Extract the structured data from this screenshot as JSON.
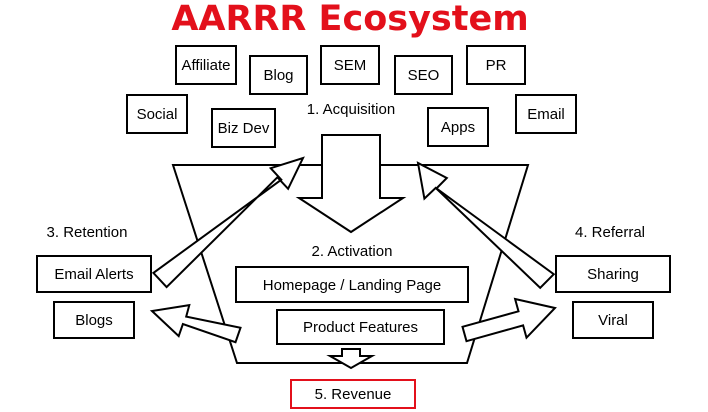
{
  "title": "AARRR Ecosystem",
  "colors": {
    "title": "#e3101b",
    "revenue_border": "#e3101b",
    "stroke": "#000000"
  },
  "stages": {
    "acquisition": "1. Acquisition",
    "activation": "2. Activation",
    "retention": "3. Retention",
    "referral": "4. Referral",
    "revenue": "5. Revenue"
  },
  "acquisition_channels": {
    "affiliate": "Affiliate",
    "blog": "Blog",
    "sem": "SEM",
    "seo": "SEO",
    "pr": "PR",
    "social": "Social",
    "biz_dev": "Biz Dev",
    "apps": "Apps",
    "email": "Email"
  },
  "activation_items": {
    "landing_page": "Homepage / Landing Page",
    "product_features": "Product Features"
  },
  "retention_items": {
    "email_alerts": "Email Alerts",
    "blogs": "Blogs"
  },
  "referral_items": {
    "sharing": "Sharing",
    "viral": "Viral"
  }
}
